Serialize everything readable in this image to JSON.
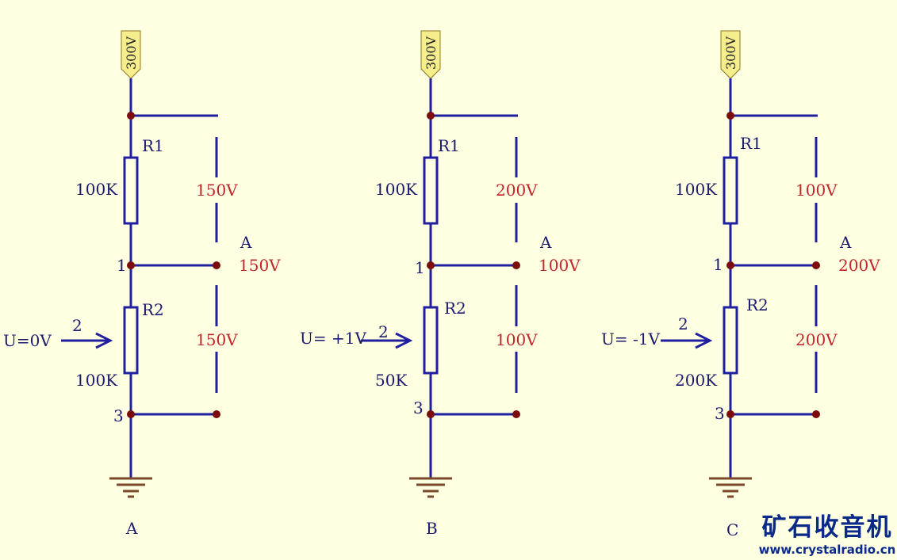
{
  "colors": {
    "background": "#ffffe1",
    "wire": "#1f1fa0",
    "label": "#1a1a6e",
    "voltage": "#c0262b",
    "junction": "#7a0c0c",
    "supply_fill": "#f6ee8c",
    "logo": "#0a2a8a"
  },
  "circuits": [
    {
      "caption": "A",
      "supply": "300V",
      "r1_name": "R1",
      "r1_value": "100K",
      "r2_name": "R2",
      "r2_value": "100K",
      "node1": "1",
      "node2": "2",
      "node3": "3",
      "input": "U=0V",
      "v_top": "150V",
      "node_a": "A",
      "v_a": "150V",
      "v_bottom": "150V"
    },
    {
      "caption": "B",
      "supply": "300V",
      "r1_name": "R1",
      "r1_value": "100K",
      "r2_name": "R2",
      "r2_value": "50K",
      "node1": "1",
      "node2": "2",
      "node3": "3",
      "input": "U= +1V",
      "v_top": "200V",
      "node_a": "A",
      "v_a": "100V",
      "v_bottom": "100V"
    },
    {
      "caption": "C",
      "supply": "300V",
      "r1_name": "R1",
      "r1_value": "100K",
      "r2_name": "R2",
      "r2_value": "200K",
      "node1": "1",
      "node2": "2",
      "node3": "3",
      "input": "U= -1V",
      "v_top": "100V",
      "node_a": "A",
      "v_a": "200V",
      "v_bottom": "200V"
    }
  ],
  "watermark": {
    "logo_text": "矿石收音机",
    "url": "www.crystalradio.cn"
  }
}
